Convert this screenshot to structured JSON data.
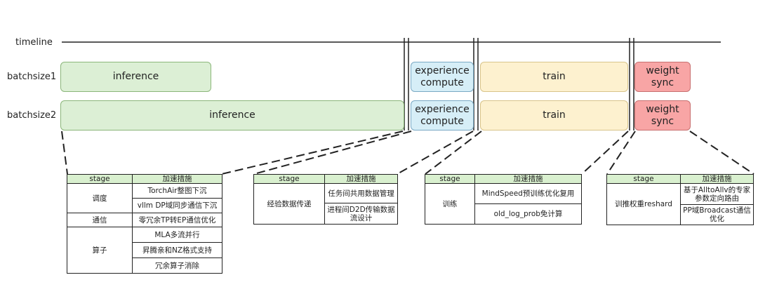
{
  "labels": {
    "timeline": "timeline",
    "batchsize1": "batchsize1",
    "batchsize2": "batchsize2"
  },
  "row1": {
    "inference": "inference",
    "experience": "experience compute",
    "train": "train",
    "weight": "weight sync"
  },
  "row2": {
    "inference": "inference",
    "experience": "experience compute",
    "train": "train",
    "weight": "weight sync"
  },
  "tables": {
    "inference": {
      "h1": "stage",
      "h2": "加速措施",
      "cat1": "调度",
      "cat1_items": [
        "TorchAir整图下沉",
        "vllm DP域同步通信下沉"
      ],
      "cat2": "通信",
      "cat2_items": [
        "零冗余TP转EP通信优化"
      ],
      "cat3": "算子",
      "cat3_items": [
        "MLA多流并行",
        "昇腾亲和NZ格式支持",
        "冗余算子消除"
      ]
    },
    "experience": {
      "h1": "stage",
      "h2": "加速措施",
      "cat": "经验数据传递",
      "items": [
        "任务间共用数据管理",
        "进程间D2D传输数据流设计"
      ]
    },
    "train": {
      "h1": "stage",
      "h2": "加速措施",
      "cat": "训练",
      "items": [
        "MindSpeed预训练优化复用",
        "old_log_prob免计算"
      ]
    },
    "weight": {
      "h1": "stage",
      "h2": "加速措施",
      "cat": "训推权重reshard",
      "items": [
        "基于AlltoAllv的专家参数定向路由",
        "PP域Broadcast通信优化"
      ]
    }
  }
}
